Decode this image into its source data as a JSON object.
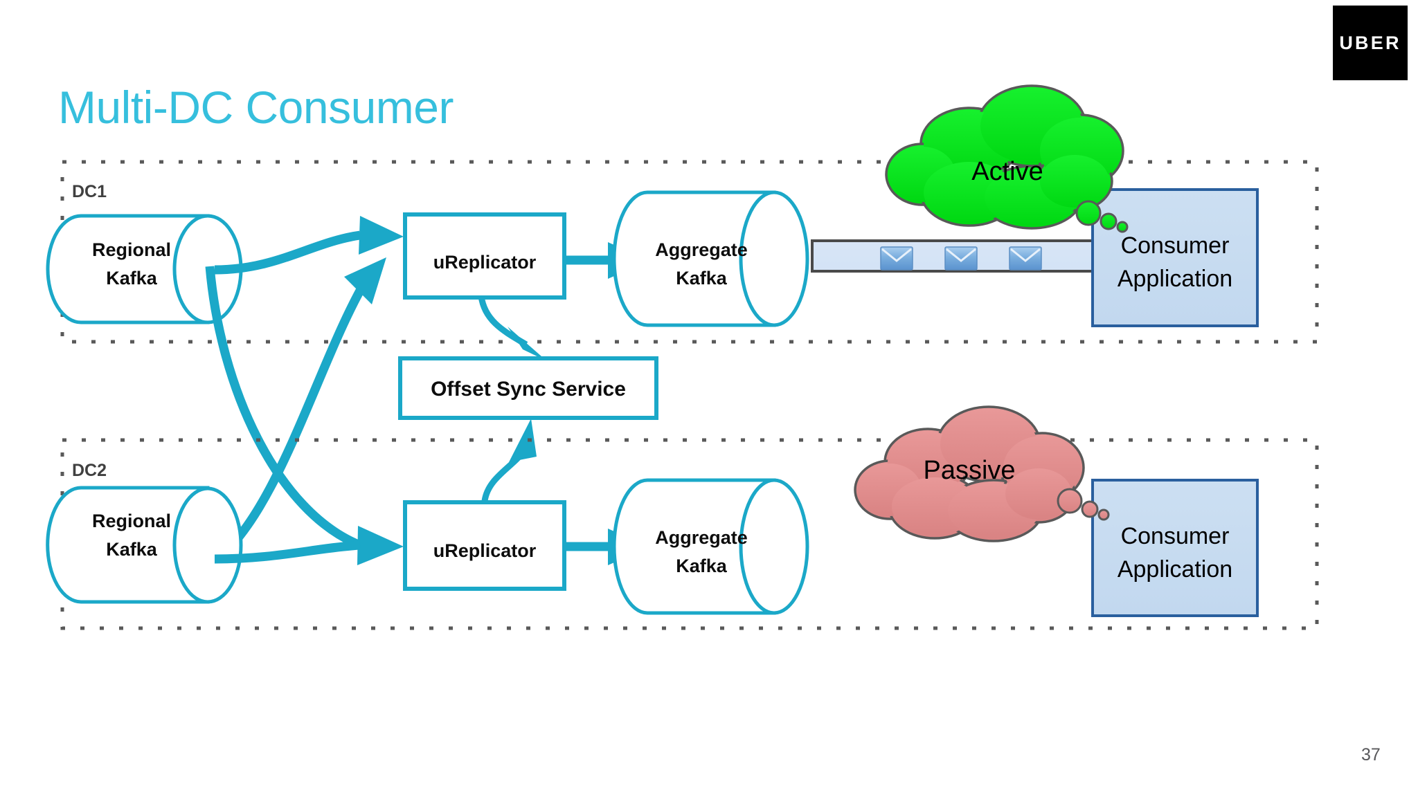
{
  "brand": {
    "logo_text": "UBER",
    "logo_bg": "#000000",
    "logo_fg": "#ffffff"
  },
  "header": {
    "title": "Multi-DC Consumer",
    "title_color": "#36bfdd"
  },
  "footer": {
    "slide_number": "37"
  },
  "colors": {
    "diagram_cyan": "#1ba8c8",
    "dc_border_gray": "#595959",
    "active_cloud_fill": "#00e817",
    "passive_cloud_fill": "#e08c8c",
    "cloud_outline": "#595959",
    "app_fill": "#c7dcf0",
    "app_border": "#2a5f9e",
    "message_arrow_fill": "#d3e3f5",
    "message_arrow_border": "#4a4a4a",
    "envelope_fill": "#6c9fd8"
  },
  "zones": [
    {
      "id": "dc1",
      "label": "DC1",
      "nodes": [
        {
          "id": "dc1-regional-kafka",
          "type": "cylinder",
          "line1": "Regional",
          "line2": "Kafka"
        },
        {
          "id": "dc1-ureplicator",
          "type": "box",
          "line1": "uReplicator",
          "line2": ""
        },
        {
          "id": "dc1-aggregate-kafka",
          "type": "cylinder",
          "line1": "Aggregate",
          "line2": "Kafka"
        },
        {
          "id": "dc1-consumer-application",
          "type": "app",
          "line1": "Consumer",
          "line2": "Application"
        }
      ],
      "state": {
        "label": "Active",
        "kind": "active"
      }
    },
    {
      "id": "dc2",
      "label": "DC2",
      "nodes": [
        {
          "id": "dc2-regional-kafka",
          "type": "cylinder",
          "line1": "Regional",
          "line2": "Kafka"
        },
        {
          "id": "dc2-ureplicator",
          "type": "box",
          "line1": "uReplicator",
          "line2": ""
        },
        {
          "id": "dc2-aggregate-kafka",
          "type": "cylinder",
          "line1": "Aggregate",
          "line2": "Kafka"
        },
        {
          "id": "dc2-consumer-application",
          "type": "app",
          "line1": "Consumer",
          "line2": "Application"
        }
      ],
      "state": {
        "label": "Passive",
        "kind": "passive"
      }
    }
  ],
  "shared": {
    "offset_sync_service": "Offset Sync Service"
  },
  "message_flow": {
    "envelope_count": 3,
    "envelope_icon": "envelope-icon"
  }
}
